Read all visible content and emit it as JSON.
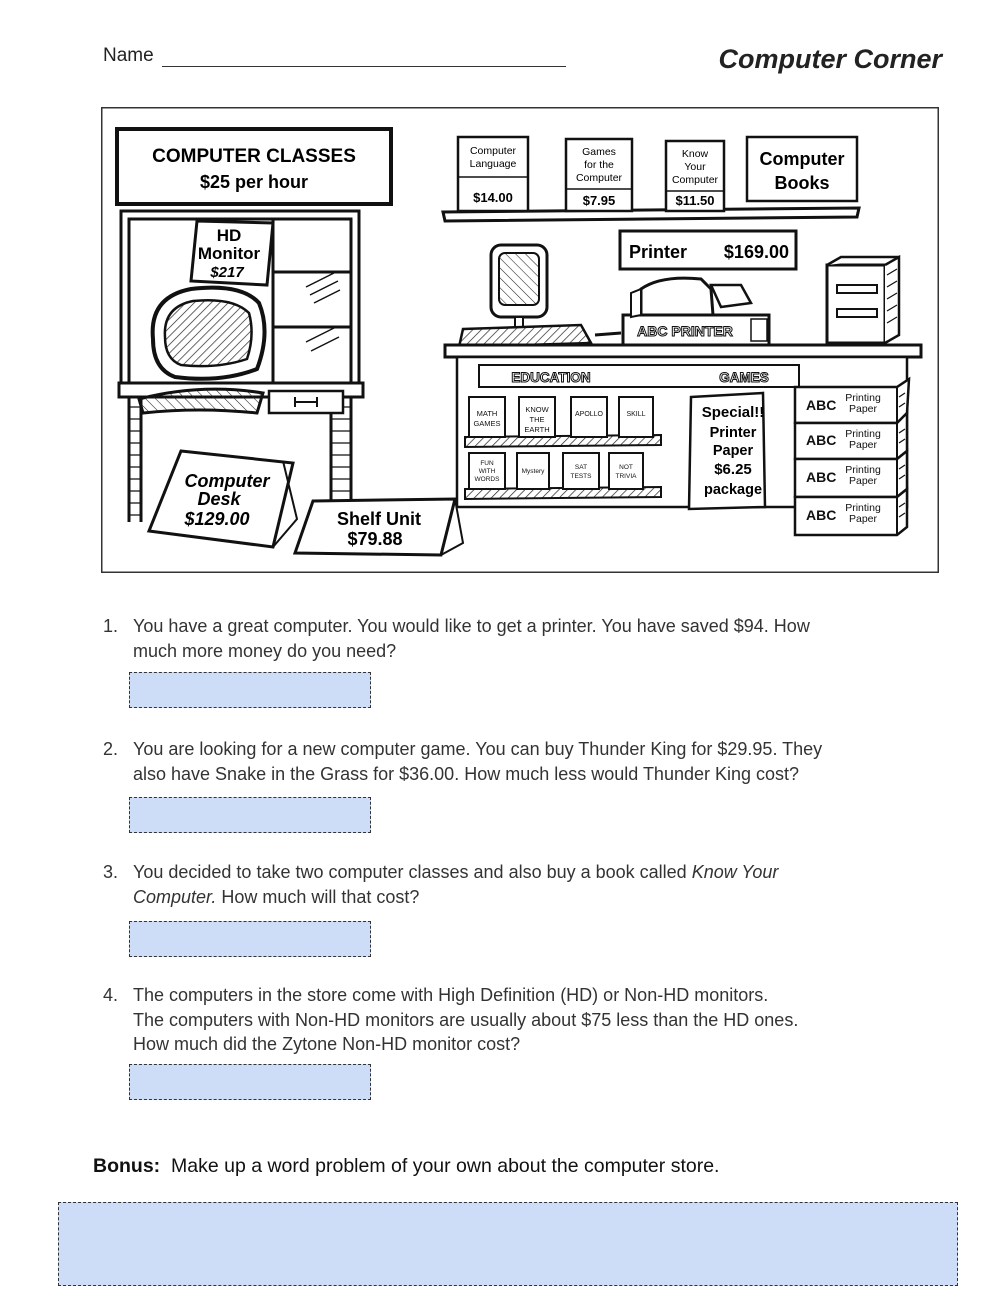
{
  "header": {
    "name_label": "Name",
    "title": "Computer Corner"
  },
  "store": {
    "classes_sign": {
      "line1": "COMPUTER CLASSES",
      "line2": "$25 per hour"
    },
    "books": [
      {
        "title_lines": [
          "Computer",
          "Language"
        ],
        "price": "$14.00"
      },
      {
        "title_lines": [
          "Games",
          "for the",
          "Computer"
        ],
        "price": "$7.95"
      },
      {
        "title_lines": [
          "Know",
          "Your",
          "Computer"
        ],
        "price": "$11.50"
      }
    ],
    "books_sign": {
      "line1": "Computer",
      "line2": "Books"
    },
    "monitor_sign": {
      "line1": "HD",
      "line2": "Monitor",
      "price": "$217"
    },
    "printer_sign": {
      "label": "Printer",
      "price": "$169.00"
    },
    "printer_brand": "ABC PRINTER",
    "shelf_headers": {
      "education": "EDUCATION",
      "games": "GAMES"
    },
    "software_top": [
      {
        "lines": [
          "MATH",
          "GAMES"
        ]
      },
      {
        "lines": [
          "KNOW",
          "THE",
          "EARTH"
        ]
      },
      {
        "lines": [
          "APOLLO"
        ]
      },
      {
        "lines": [
          "SKILL"
        ]
      }
    ],
    "software_bottom": [
      {
        "lines": [
          "FUN",
          "WITH",
          "WORDS"
        ]
      },
      {
        "lines": [
          "Mystery"
        ]
      },
      {
        "lines": [
          "SAT",
          "TESTS"
        ]
      },
      {
        "lines": [
          "NOT",
          "TRIVIA"
        ]
      }
    ],
    "special_sign": {
      "lines": [
        "Special!!",
        "Printer",
        "Paper",
        "$6.25",
        "package"
      ]
    },
    "paper_box": {
      "brand": "ABC",
      "line1": "Printing",
      "line2": "Paper"
    },
    "desk_sign": {
      "line1": "Computer",
      "line2": "Desk",
      "price": "$129.00"
    },
    "shelf_sign": {
      "line1": "Shelf Unit",
      "price": "$79.88"
    }
  },
  "questions": [
    {
      "number": "1.",
      "lines": [
        "You have a great computer. You would like to get a printer. You have saved $94. How",
        "much more money do you need?"
      ]
    },
    {
      "number": "2.",
      "lines": [
        "You are looking for a new computer game. You can buy Thunder King for $29.95. They",
        "also have Snake in the Grass for $36.00. How much less would Thunder King cost?"
      ]
    },
    {
      "number": "3.",
      "lines": [
        "You decided to take two computer classes and also buy a book called ",
        "Know Your",
        "Computer.",
        " How much will that cost?"
      ]
    },
    {
      "number": "4.",
      "lines": [
        "The computers in the store come with High Definition (HD) or Non-HD monitors.",
        "The computers with Non-HD monitors are usually about $75 less than the HD ones.",
        "How much did the Zytone Non-HD monitor cost?"
      ]
    }
  ],
  "bonus": {
    "label": "Bonus:",
    "text": "Make up a word problem of your own about the computer store."
  }
}
